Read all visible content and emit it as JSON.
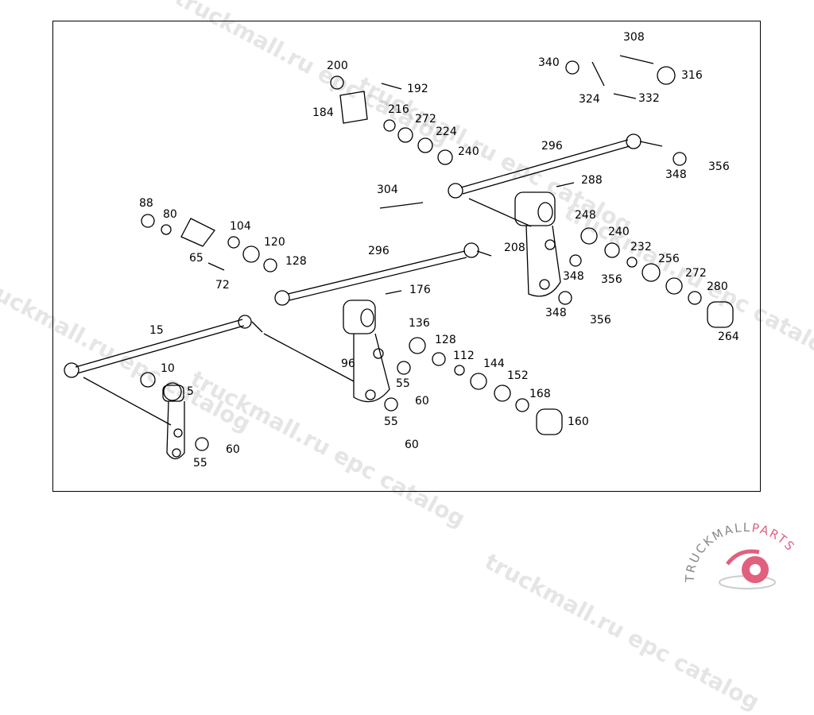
{
  "watermark": "truckmall.ru epc catalog",
  "logo": {
    "text": "TRUCKMALLPARTS",
    "part1": "TRUCKMALL",
    "part2": "PARTS",
    "color_primary": "#e0607e",
    "color_secondary": "#888888"
  },
  "callouts": [
    "200",
    "192",
    "184",
    "216",
    "272",
    "224",
    "240",
    "308",
    "340",
    "316",
    "324",
    "332",
    "296",
    "348",
    "356",
    "288",
    "304",
    "248",
    "240",
    "232",
    "256",
    "272",
    "280",
    "264",
    "208",
    "348",
    "356",
    "348",
    "356",
    "88",
    "80",
    "104",
    "120",
    "128",
    "65",
    "72",
    "296",
    "176",
    "15",
    "10",
    "5",
    "136",
    "128",
    "112",
    "144",
    "152",
    "168",
    "160",
    "96",
    "55",
    "60",
    "55",
    "60",
    "55",
    "60"
  ]
}
